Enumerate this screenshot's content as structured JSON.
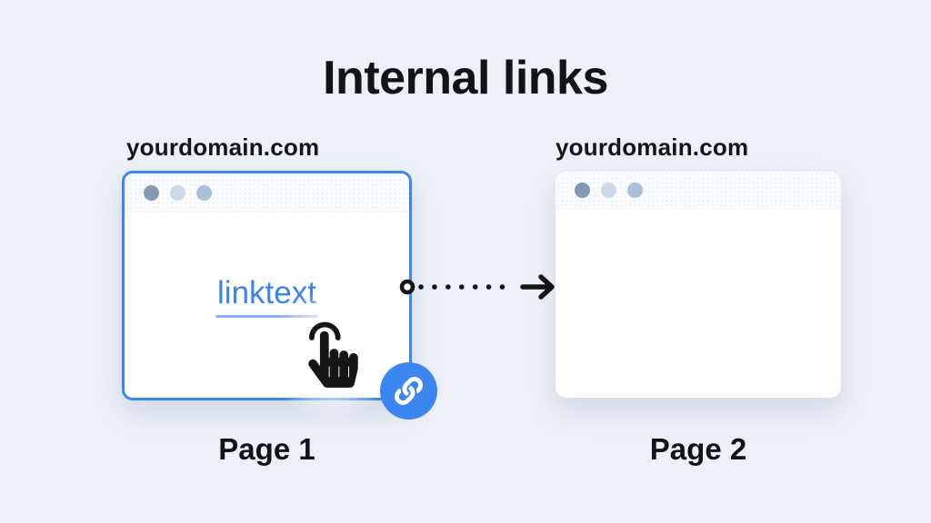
{
  "title": "Internal links",
  "colors": {
    "background": "#edf0f7",
    "accent_blue": "#3b86f0",
    "link_blue": "#3c83f6",
    "text_dark": "#121317",
    "dot_dark": "#8599b3",
    "dot_light": "#cdd9e9",
    "dot_mid": "#aabfd8",
    "arrow_black": "#151515"
  },
  "page1": {
    "domain_label": "yourdomain.com",
    "link_text": "linktext",
    "caption": "Page 1"
  },
  "page2": {
    "domain_label": "yourdomain.com",
    "caption": "Page 2"
  },
  "icons": {
    "window_dots": "browser-traffic-dots",
    "tap": "tap-cursor",
    "badge": "chain-link",
    "arrow": "dotted-flow-arrow"
  }
}
